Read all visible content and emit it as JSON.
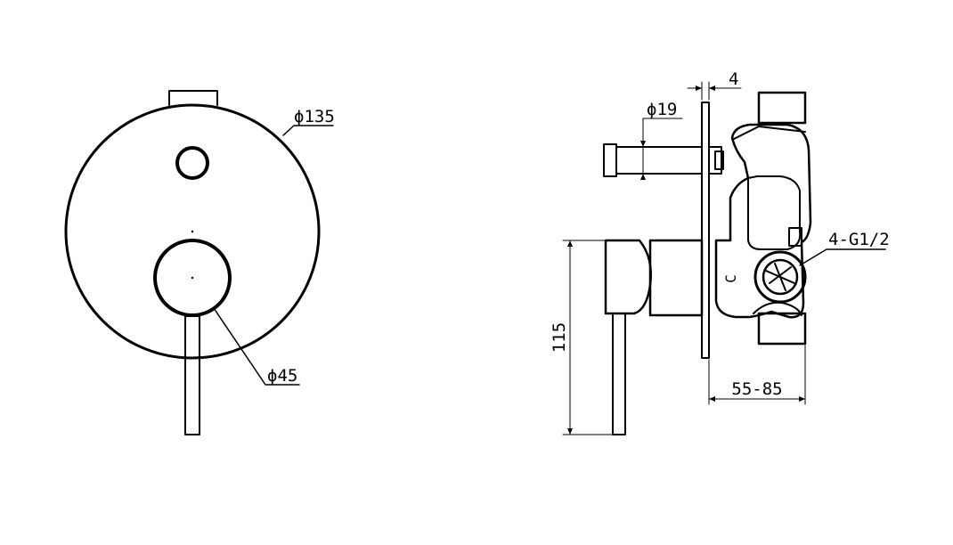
{
  "front_view": {
    "plate_diameter_label": "ϕ135",
    "handle_diameter_label": "ϕ45"
  },
  "side_view": {
    "plate_thickness_label": "4",
    "outlet_diameter_label": "ϕ19",
    "connection_label": "4-G1/2",
    "height_label": "115",
    "depth_range_label": "55-85",
    "body_marking": "C"
  },
  "colors": {
    "line": "#000000",
    "background": "#ffffff"
  }
}
